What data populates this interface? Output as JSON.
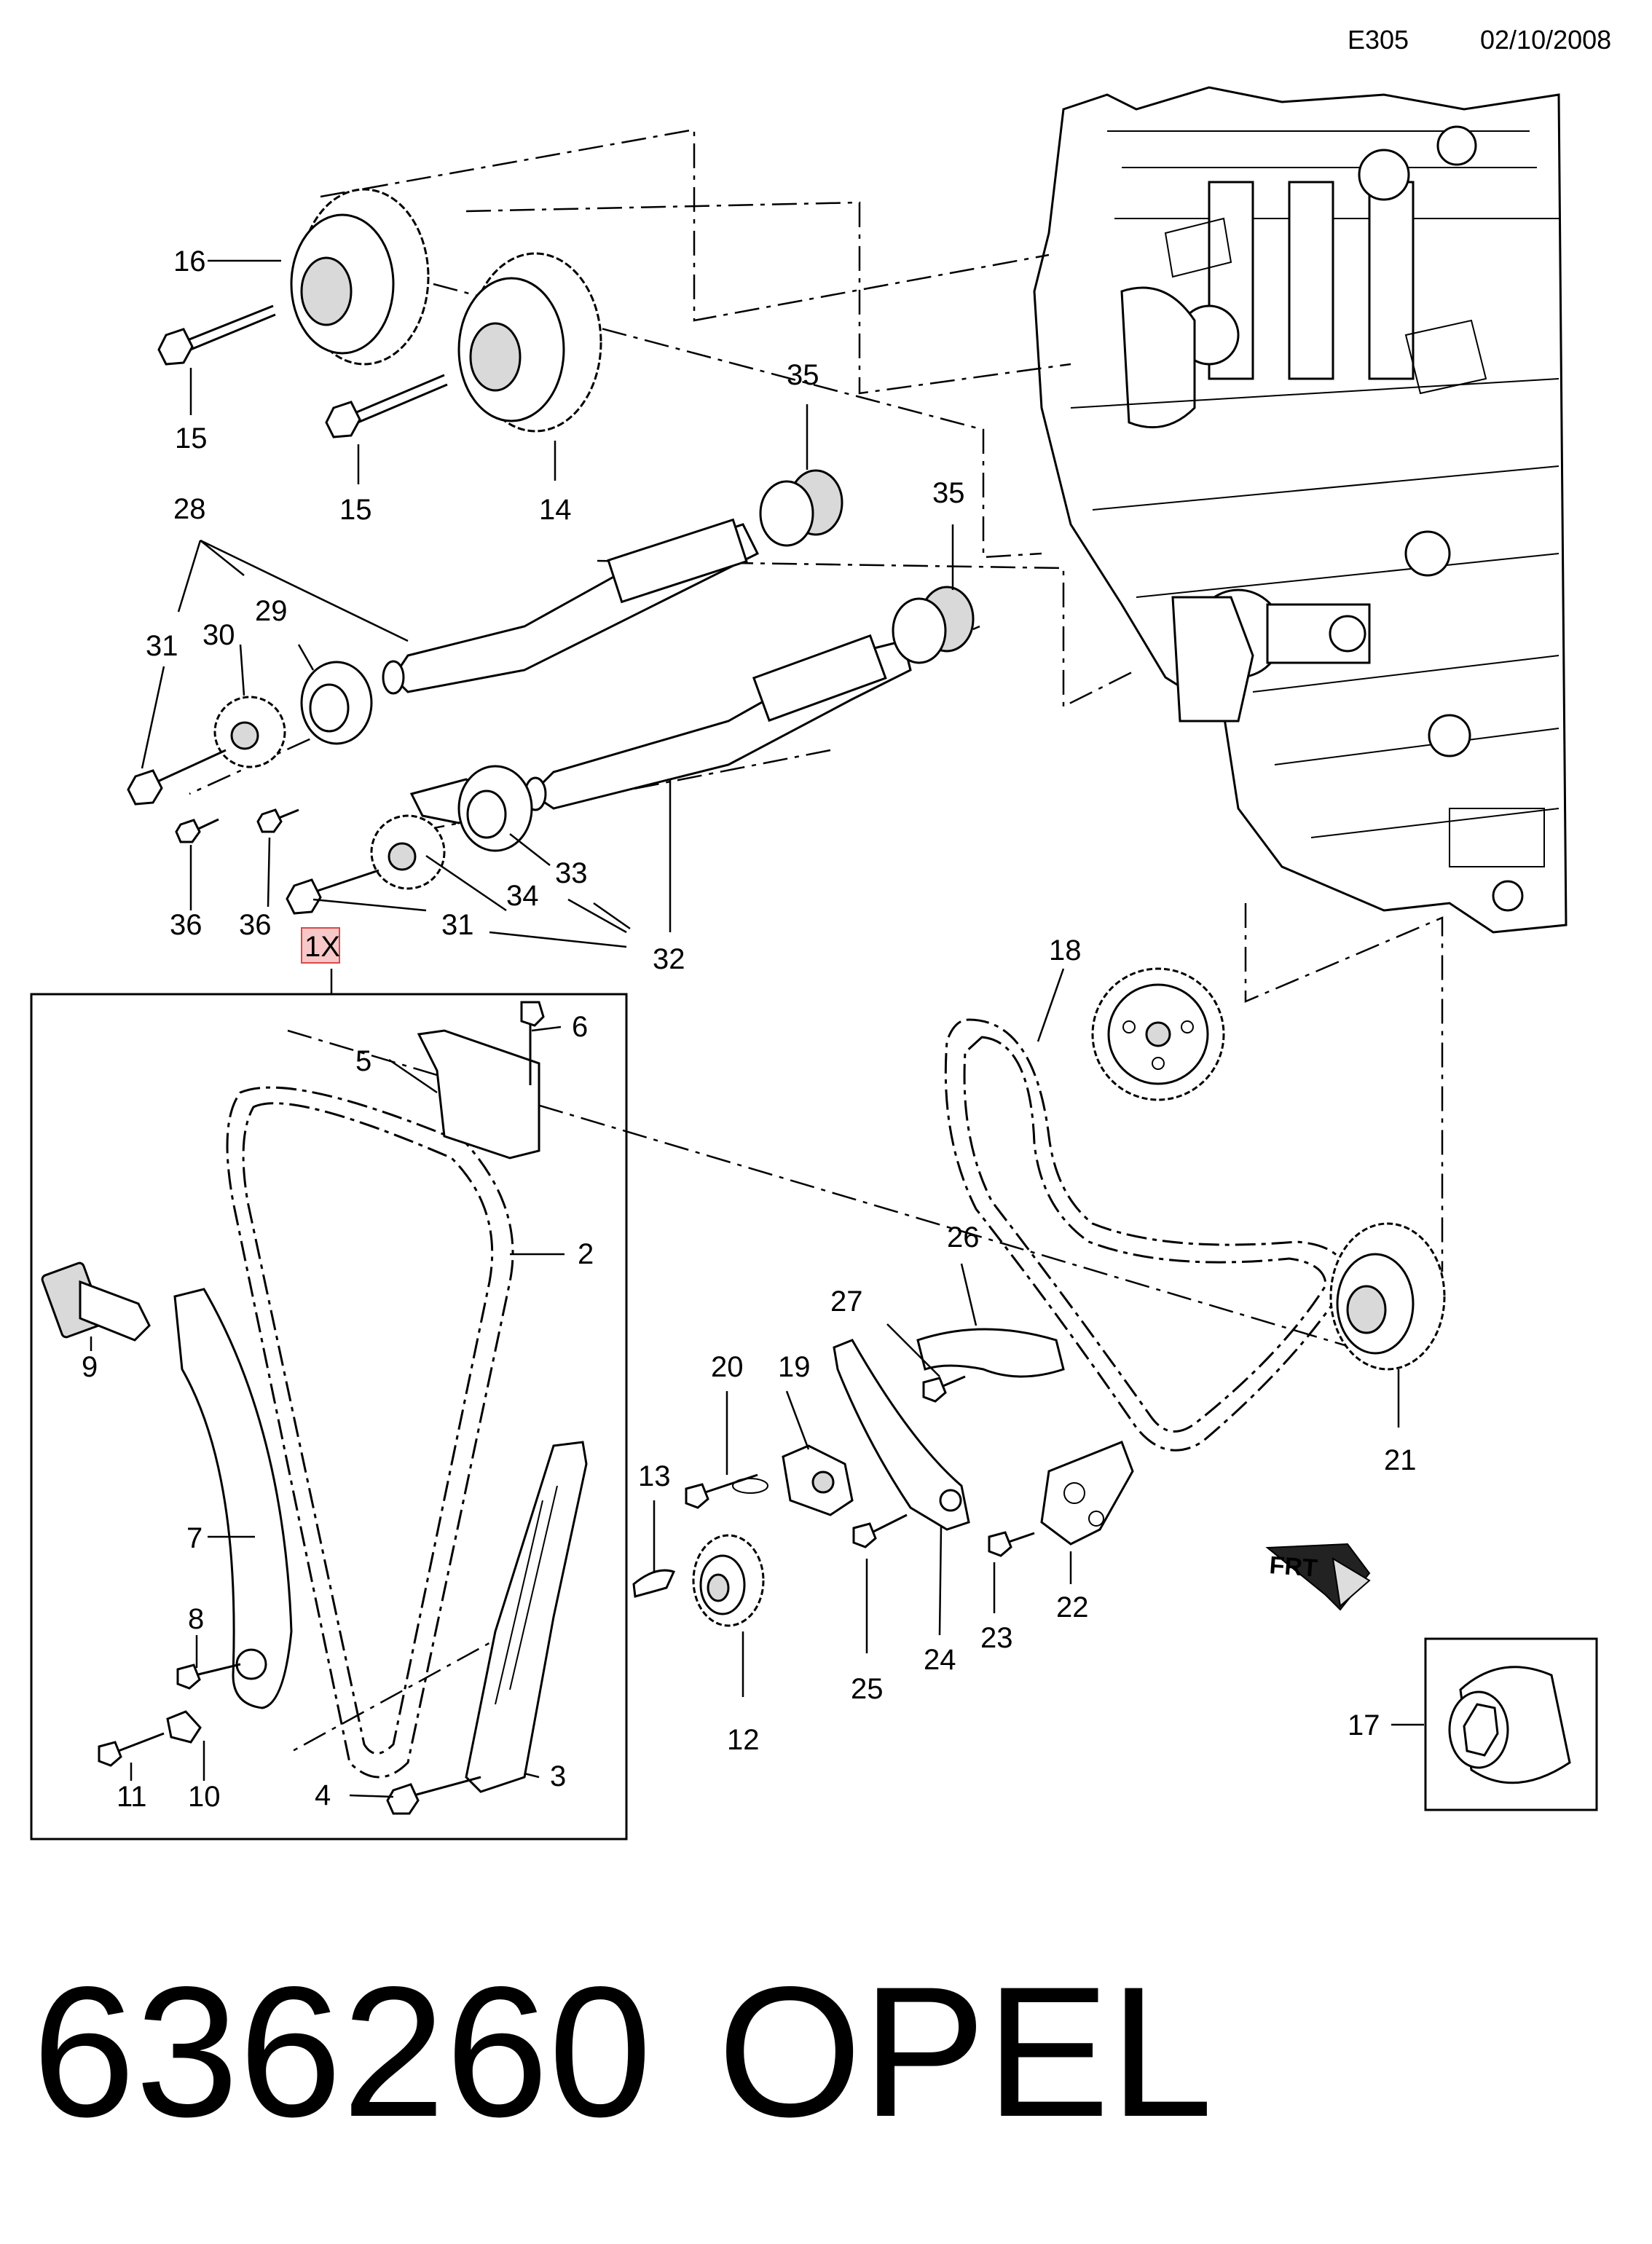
{
  "header": {
    "code": "E305",
    "date": "02/10/2008"
  },
  "footer": {
    "part_number": "636260",
    "brand": "OPEL"
  },
  "kit_label": "1X",
  "callouts": {
    "c2": "2",
    "c3": "3",
    "c4": "4",
    "c5": "5",
    "c6": "6",
    "c7": "7",
    "c8": "8",
    "c9": "9",
    "c10": "10",
    "c11": "11",
    "c12": "12",
    "c13": "13",
    "c14": "14",
    "c15a": "15",
    "c15b": "15",
    "c16": "16",
    "c17": "17",
    "c18": "18",
    "c19": "19",
    "c20": "20",
    "c21": "21",
    "c22": "22",
    "c23": "23",
    "c24": "24",
    "c25": "25",
    "c26": "26",
    "c27": "27",
    "c28": "28",
    "c29": "29",
    "c30": "30",
    "c31a": "31",
    "c31b": "31",
    "c32": "32",
    "c33": "33",
    "c34": "34",
    "c35a": "35",
    "c35b": "35",
    "c36a": "36",
    "c36b": "36"
  },
  "direction_marker": {
    "icon": "front-arrow-icon",
    "text": "FRT"
  }
}
